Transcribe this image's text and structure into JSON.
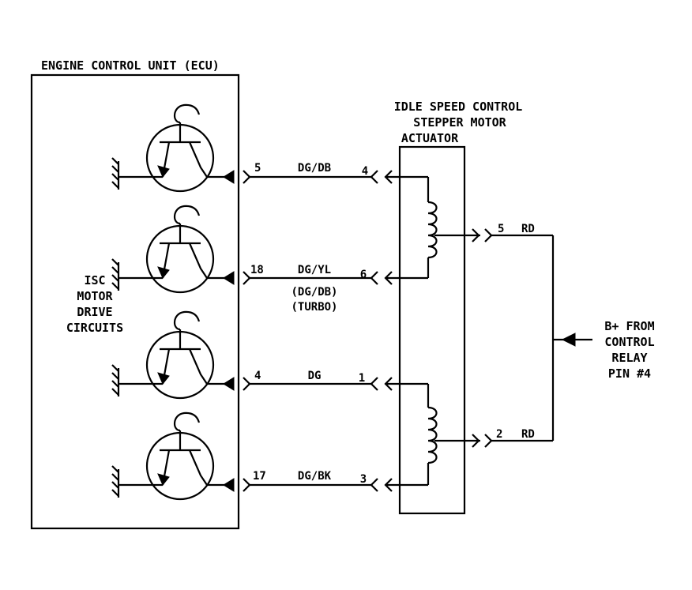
{
  "ecu": {
    "title": "ENGINE CONTROL UNIT (ECU)",
    "drive_label": [
      "ISC",
      "MOTOR",
      "DRIVE",
      "CIRCUITS"
    ]
  },
  "actuator": {
    "title": [
      "IDLE SPEED CONTROL",
      "STEPPER MOTOR",
      "ACTUATOR"
    ]
  },
  "power": {
    "label": [
      "B+ FROM",
      "CONTROL",
      "RELAY",
      "PIN #4"
    ]
  },
  "circuits": [
    {
      "ecu_pin": "5",
      "wire": "DG/DB",
      "act_pin": "4"
    },
    {
      "ecu_pin": "18",
      "wire": "DG/YL",
      "wire_alt": "(DG/DB)",
      "wire_note": "(TURBO)",
      "act_pin": "6"
    },
    {
      "ecu_pin": "4",
      "wire": "DG",
      "act_pin": "1"
    },
    {
      "ecu_pin": "17",
      "wire": "DG/BK",
      "act_pin": "3"
    }
  ],
  "feeds": [
    {
      "pin": "5",
      "wire": "RD"
    },
    {
      "pin": "2",
      "wire": "RD"
    }
  ],
  "icons": {
    "transistor": "npn-transistor-icon",
    "ground": "ground-icon",
    "coil": "coil-icon",
    "connector": "connector-icon",
    "arrow": "arrow-icon"
  }
}
